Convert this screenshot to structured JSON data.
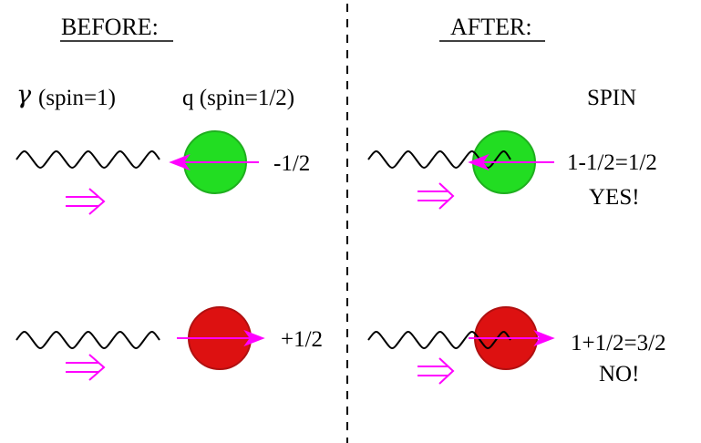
{
  "headings": {
    "before": "BEFORE:",
    "after": "AFTER:"
  },
  "labels": {
    "photon_symbol": "γ",
    "photon_spin": "(spin=1)",
    "quark": "q (spin=1/2)",
    "spin_column": "SPIN"
  },
  "rows": [
    {
      "quark_color": "#22dd22",
      "quark_stroke": "#1fae1f",
      "before_spin": "-1/2",
      "after_sum": "1-1/2=1/2",
      "verdict": "YES!"
    },
    {
      "quark_color": "#dd1111",
      "quark_stroke": "#b01010",
      "before_spin": "+1/2",
      "after_sum": "1+1/2=3/2",
      "verdict": "NO!"
    }
  ],
  "colors": {
    "arrow": "#ff00ff",
    "wave": "#000000",
    "divider": "#000000"
  }
}
